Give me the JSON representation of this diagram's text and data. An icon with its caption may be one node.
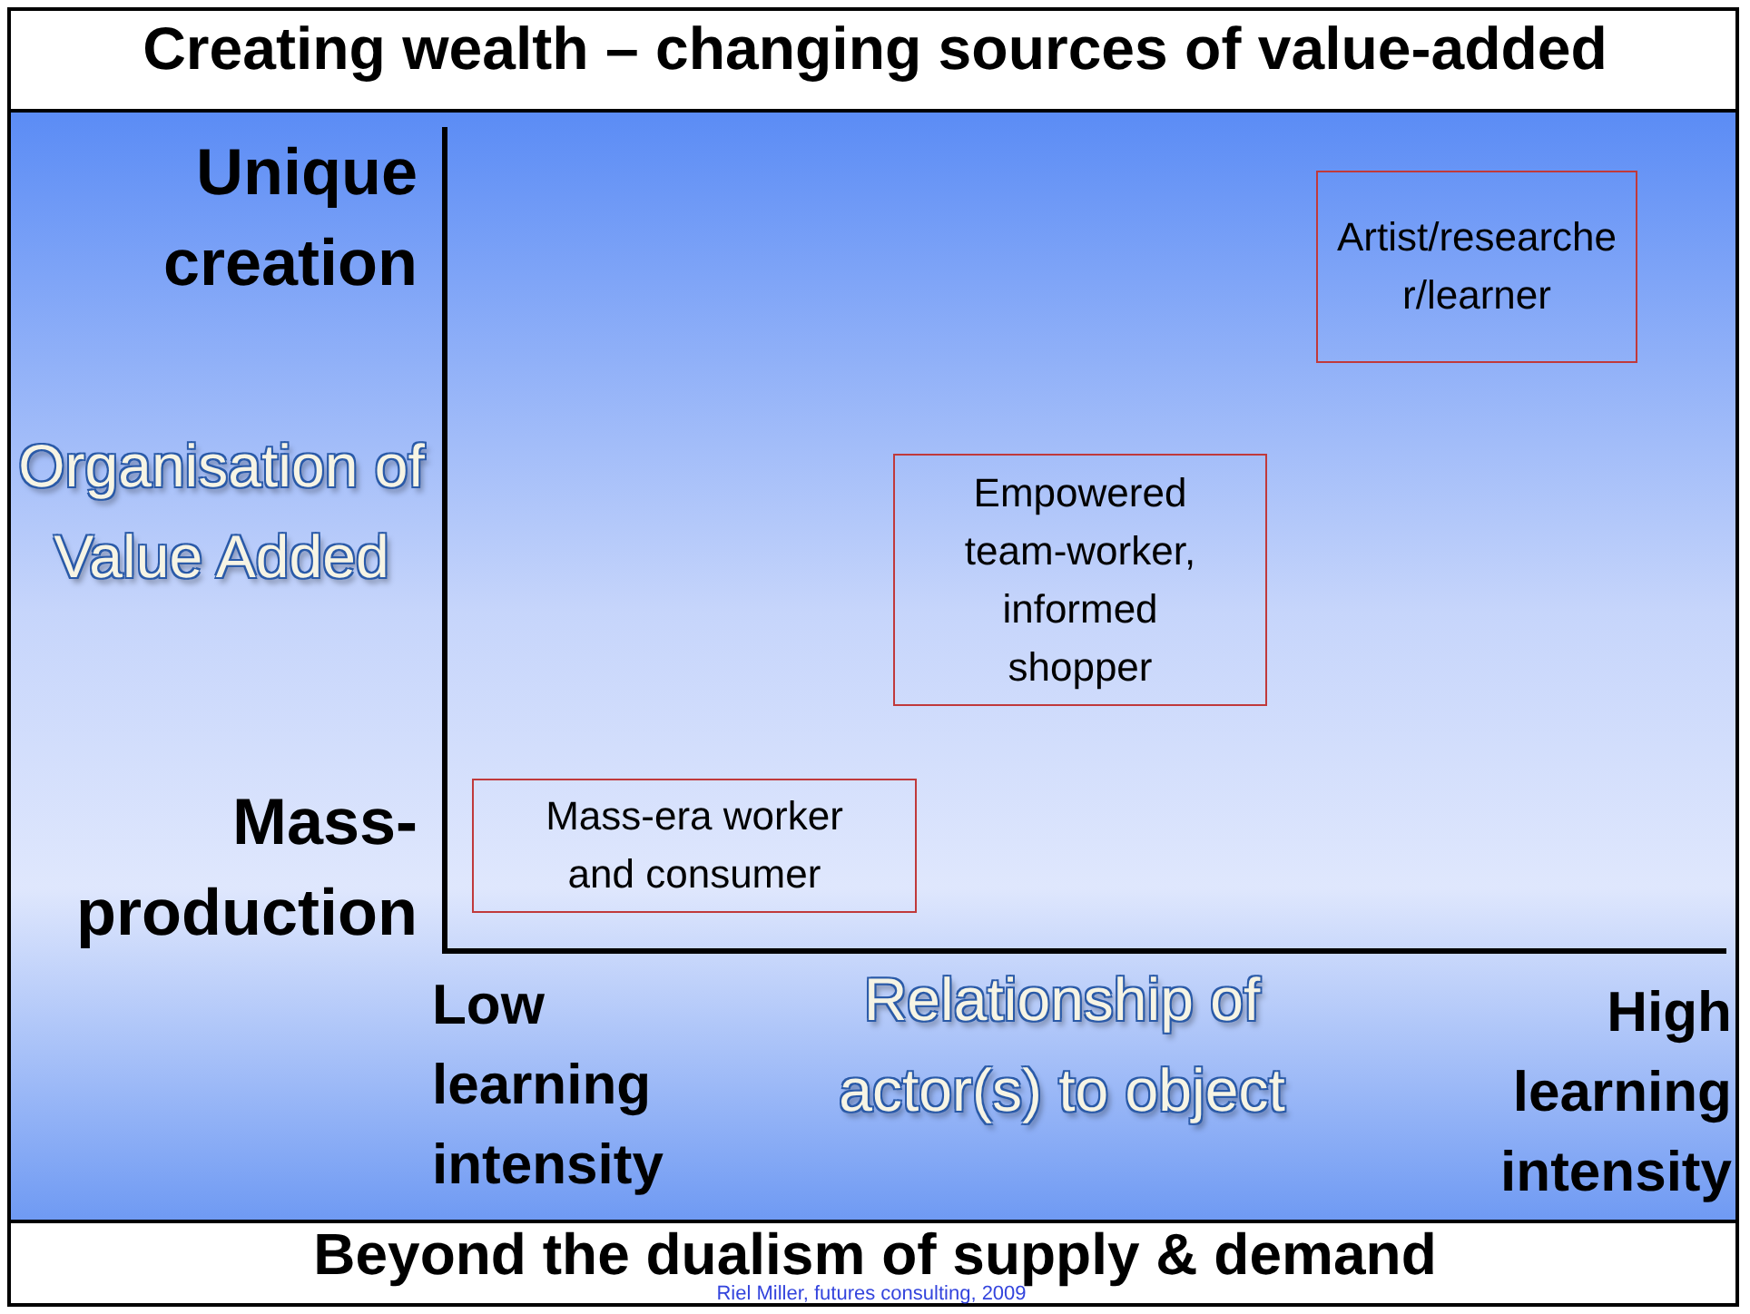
{
  "diagram": {
    "title": "Creating wealth – changing sources of value-added",
    "caption": "Beyond the dualism of supply & demand",
    "nodes": [
      {
        "text": [
          "Artist/researcher/learner"
        ]
      },
      {
        "text": [
          "Empowered team-worker, informed shopper"
        ]
      },
      {
        "text": [
          "Mass-era worker and consumer"
        ]
      }
    ],
    "edges": [],
    "labels": [
      "Unique creation",
      "Organisation of Value Added",
      "Mass-production",
      "Low learning intensity",
      "Relationship of actor(s) to object",
      "High learning intensity",
      "Riel Miller, futures consulting, 2009"
    ]
  }
}
